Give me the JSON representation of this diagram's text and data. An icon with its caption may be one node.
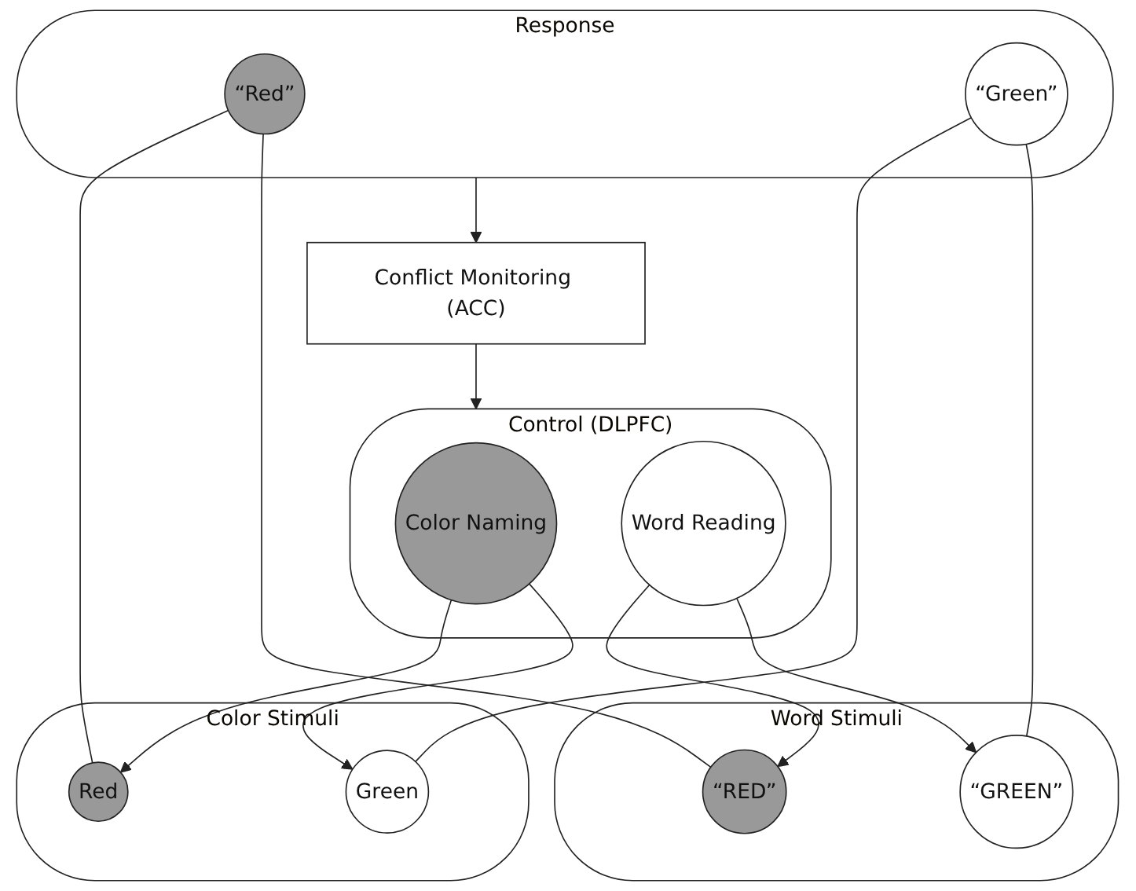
{
  "diagram": {
    "nodes": [
      {
        "text": [
          "Conflict Monitoring (ACC)"
        ]
      },
      {
        "text": [
          "Response"
        ]
      },
      {
        "text": [
          "“Red”"
        ],
        "in": 1
      },
      {
        "text": [
          "“Green”"
        ],
        "in": 1
      },
      {
        "text": [
          "Control (DLPFC)"
        ]
      },
      {
        "text": [
          "Color Naming"
        ],
        "in": 4
      },
      {
        "text": [
          "Word Reading"
        ],
        "in": 4
      },
      {
        "text": [
          "Color Stimuli"
        ]
      },
      {
        "text": [
          "Red"
        ],
        "in": 7
      },
      {
        "text": [
          "Green"
        ],
        "in": 7
      },
      {
        "text": [
          "Word Stimuli"
        ]
      },
      {
        "text": [
          "“RED”"
        ],
        "in": 10
      },
      {
        "text": [
          "“GREEN”"
        ],
        "in": 10
      }
    ],
    "edges": [
      {
        "from": 1,
        "to": 0,
        "arrow": "to"
      },
      {
        "from": 0,
        "to": 4,
        "arrow": "to"
      },
      {
        "from": 2,
        "to": 8,
        "arrow": "none"
      },
      {
        "from": 2,
        "to": 11,
        "arrow": "none"
      },
      {
        "from": 3,
        "to": 9,
        "arrow": "none"
      },
      {
        "from": 3,
        "to": 12,
        "arrow": "none"
      },
      {
        "from": 5,
        "to": 8,
        "arrow": "to"
      },
      {
        "from": 5,
        "to": 9,
        "arrow": "to"
      },
      {
        "from": 6,
        "to": 11,
        "arrow": "to"
      },
      {
        "from": 6,
        "to": 12,
        "arrow": "to"
      }
    ]
  }
}
